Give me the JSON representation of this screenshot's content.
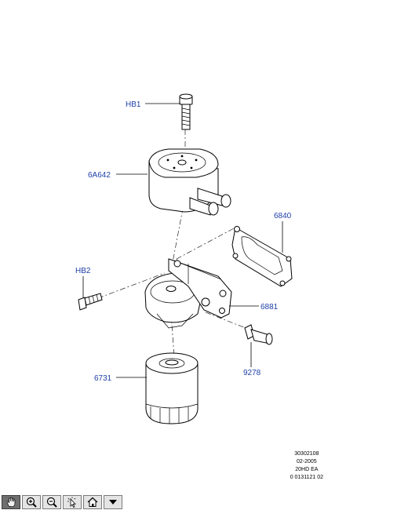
{
  "callouts": {
    "hb1": "HB1",
    "part_6a642": "6A642",
    "part_6840": "6840",
    "hb2": "HB2",
    "part_6881": "6881",
    "part_9278": "9278",
    "part_6731": "6731"
  },
  "reference": {
    "line1": "30302108",
    "line2": "02-2005",
    "line3": "20HD EA",
    "line4": "0 0131121 02"
  },
  "toolbar": {
    "buttons": [
      "pan-hand-icon",
      "zoom-in-icon",
      "zoom-out-icon",
      "select-pointer-icon",
      "home-icon",
      "menu-down-icon"
    ]
  }
}
